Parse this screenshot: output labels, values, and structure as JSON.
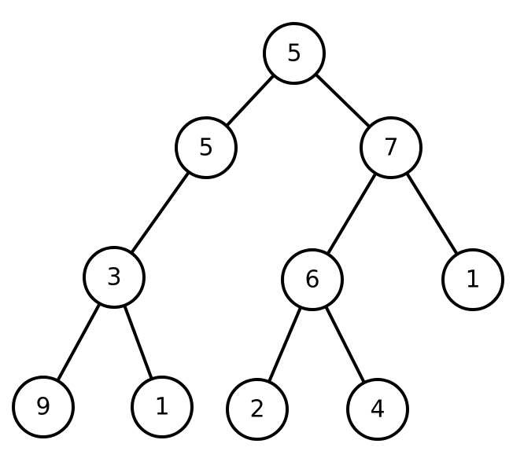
{
  "tree": {
    "nodes": [
      {
        "id": "root",
        "label": "5"
      },
      {
        "id": "l",
        "label": "5"
      },
      {
        "id": "r",
        "label": "7"
      },
      {
        "id": "ll",
        "label": "3"
      },
      {
        "id": "rl",
        "label": "6"
      },
      {
        "id": "rr",
        "label": "1"
      },
      {
        "id": "lll",
        "label": "9"
      },
      {
        "id": "llr",
        "label": "1"
      },
      {
        "id": "rll",
        "label": "2"
      },
      {
        "id": "rlr",
        "label": "4"
      }
    ],
    "edges": [
      [
        "root",
        "l"
      ],
      [
        "root",
        "r"
      ],
      [
        "l",
        "ll"
      ],
      [
        "ll",
        "lll"
      ],
      [
        "ll",
        "llr"
      ],
      [
        "r",
        "rl"
      ],
      [
        "r",
        "rr"
      ],
      [
        "rl",
        "rll"
      ],
      [
        "rl",
        "rlr"
      ]
    ]
  }
}
